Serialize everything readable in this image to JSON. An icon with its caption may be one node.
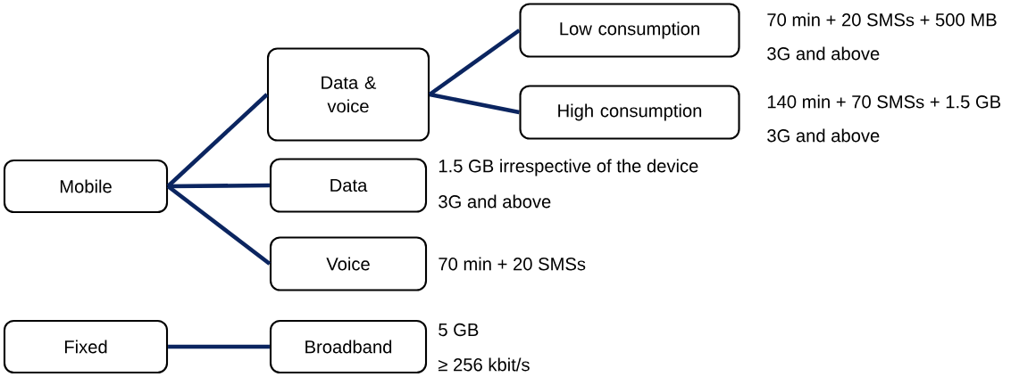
{
  "diagram": {
    "nodes": [
      {
        "text": [
          "Mobile"
        ]
      },
      {
        "text": [
          "Data & voice"
        ]
      },
      {
        "text": [
          "Low consumption"
        ],
        "beside": [
          "70 min + 20 SMSs + 500 MB",
          "3G and above"
        ]
      },
      {
        "text": [
          "High consumption"
        ],
        "beside": [
          "140 min + 70 SMSs + 1.5 GB",
          "3G and above"
        ]
      },
      {
        "text": [
          "Data"
        ],
        "beside": [
          "1.5 GB irrespective of the device",
          "3G and above"
        ]
      },
      {
        "text": [
          "Voice"
        ],
        "beside": [
          "70 min + 20 SMSs"
        ]
      },
      {
        "text": [
          "Fixed"
        ]
      },
      {
        "text": [
          "Broadband"
        ],
        "beside": [
          "5 GB",
          "≥ 256 kbit/s"
        ]
      }
    ],
    "edges": [
      {
        "from": 0,
        "to": 1,
        "arrow": "none"
      },
      {
        "from": 0,
        "to": 4,
        "arrow": "none"
      },
      {
        "from": 0,
        "to": 5,
        "arrow": "none"
      },
      {
        "from": 1,
        "to": 2,
        "arrow": "none"
      },
      {
        "from": 1,
        "to": 3,
        "arrow": "none"
      },
      {
        "from": 6,
        "to": 7,
        "arrow": "none"
      }
    ]
  }
}
